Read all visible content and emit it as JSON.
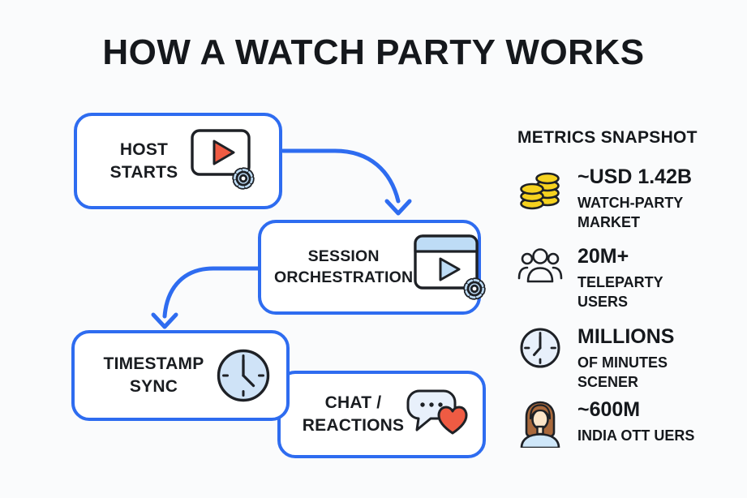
{
  "title": "HOW A WATCH PARTY WORKS",
  "flow": {
    "steps": [
      {
        "label": "HOST\nSTARTS",
        "icon": "video-player-gear-icon"
      },
      {
        "label": "SESSION\nORCHESTRATION",
        "icon": "browser-player-gear-icon"
      },
      {
        "label": "TIMESTAMP\nSYNC",
        "icon": "clock-icon"
      },
      {
        "label": "CHAT /\nREACTIONS",
        "icon": "chat-bubble-heart-icon"
      }
    ]
  },
  "metrics": {
    "heading": "METRICS SNAPSHOT",
    "items": [
      {
        "value": "~USD 1.42B",
        "label": "WATCH-PARTY\nMARKET",
        "icon": "coins-icon"
      },
      {
        "value": "20M+",
        "label": "TELEPARTY\nUSERS",
        "icon": "users-group-icon"
      },
      {
        "value": "MILLIONS",
        "label": "OF MINUTES\nSCENER",
        "icon": "clock-icon"
      },
      {
        "value": "~600M",
        "label": "INDIA OTT UERS",
        "icon": "woman-avatar-icon"
      }
    ]
  },
  "colors": {
    "accent_blue": "#2e6cf0",
    "icon_outline": "#1e2126",
    "coral_red": "#ef5b43",
    "light_blue_fill": "#bedcf6",
    "pale_blue_fill": "#e8f0fb",
    "clock_blue": "#cfe3f7",
    "coin_yellow": "#f6d21f",
    "hair_brown": "#a9693c",
    "skin": "#fce5c8",
    "shirt_blue": "#cfe7f9",
    "background": "#fafbfc",
    "text_dark": "#15181c"
  }
}
